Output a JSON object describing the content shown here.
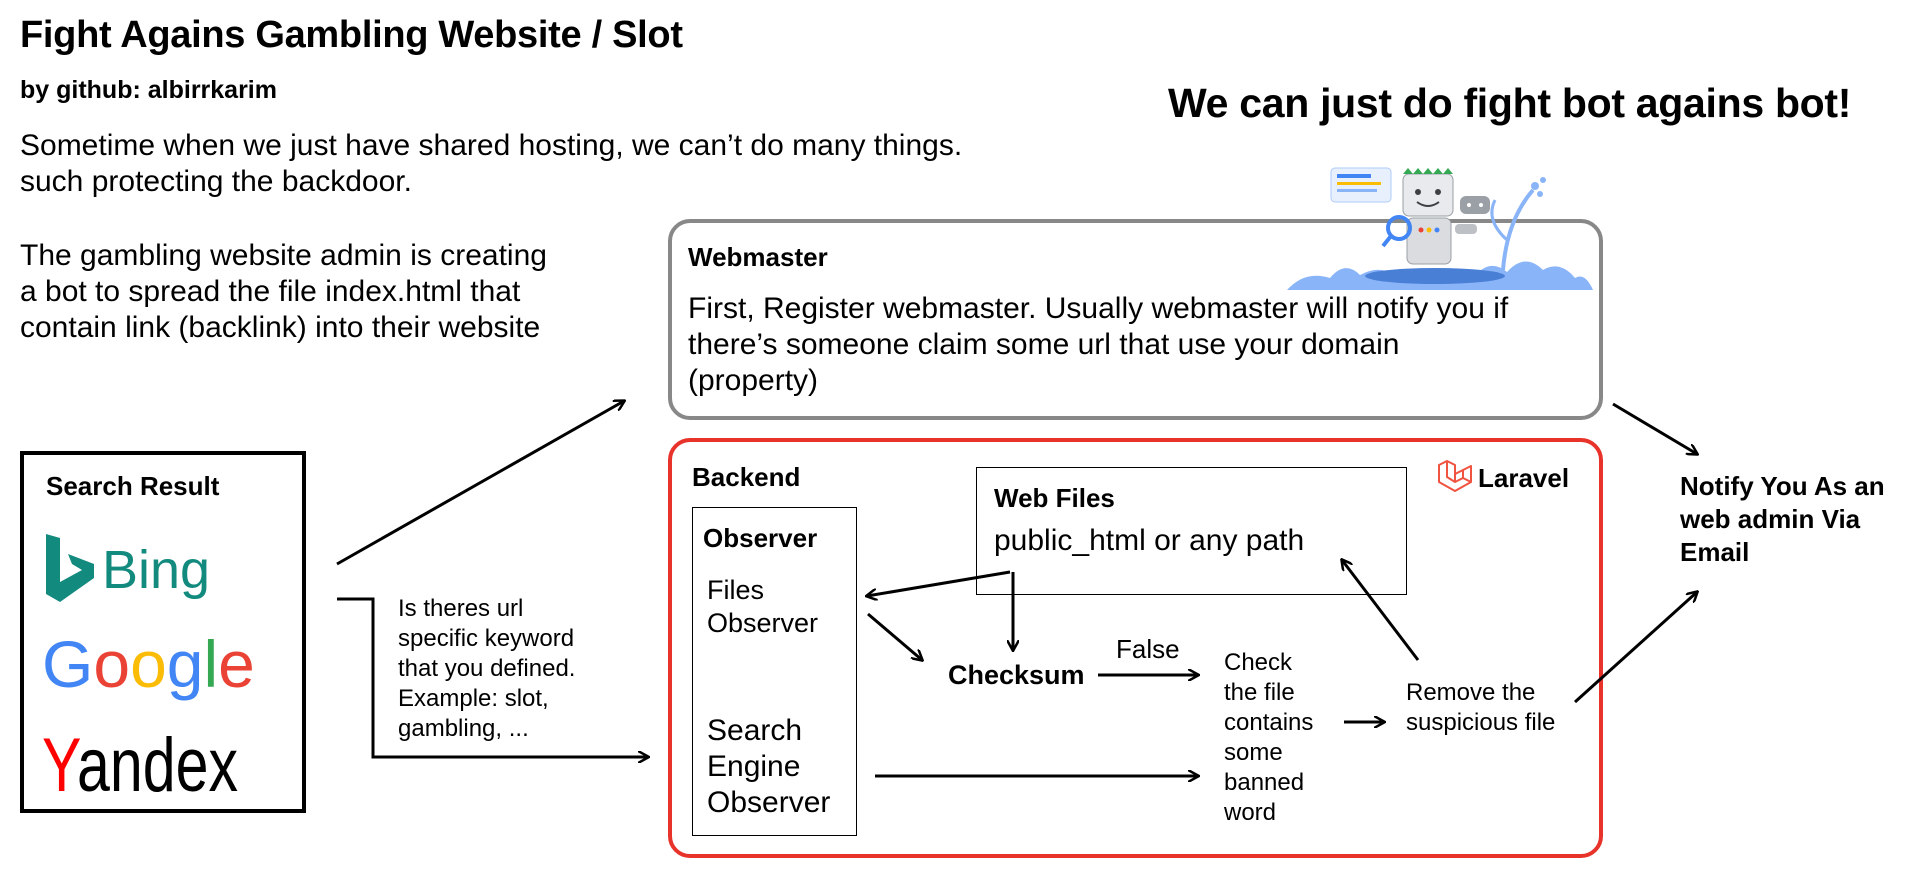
{
  "header": {
    "title": "Fight Agains Gambling Website / Slot",
    "subtitle": "by github: albirrkarim"
  },
  "intro": {
    "paragraph1": "Sometime when we just have shared hosting, we can’t do many things.\nsuch protecting the backdoor.",
    "paragraph2": "The gambling website admin is creating\na bot to spread the file index.html that\ncontain link (backlink) into their website"
  },
  "slogan": "We can just do fight bot agains bot!",
  "search_result": {
    "title": "Search Result",
    "engines": [
      "Bing",
      "Google",
      "Yandex"
    ]
  },
  "keyword_note": "Is theres url\nspecific keyword\nthat you defined.\nExample: slot,\ngambling, ...",
  "webmaster": {
    "title": "Webmaster",
    "text": "First, Register webmaster. Usually webmaster will notify you if\nthere’s someone claim some url that use your domain\n(property)"
  },
  "backend": {
    "title": "Backend",
    "framework": "Laravel",
    "observer": {
      "title": "Observer",
      "files_observer": "Files\nObserver",
      "search_engine_observer": "Search\nEngine\nObserver"
    },
    "web_files": {
      "title": "Web Files",
      "path": "public_html or any path"
    },
    "checksum": "Checksum",
    "false_label": "False",
    "check_text": "Check\nthe file\ncontains\nsome\nbanned\nword",
    "remove_text": "Remove the\nsuspicious file"
  },
  "notify": "Notify You As an\nweb admin Via\nEmail",
  "colors": {
    "backend_border": "#e8332b",
    "webmaster_border": "#888888",
    "laravel": "#f05340",
    "bing": "#138a7e",
    "google_blue": "#4285f4",
    "google_red": "#ea4335",
    "google_yellow": "#fbbc05",
    "google_green": "#34a853",
    "yandex_red": "#ff0000"
  }
}
